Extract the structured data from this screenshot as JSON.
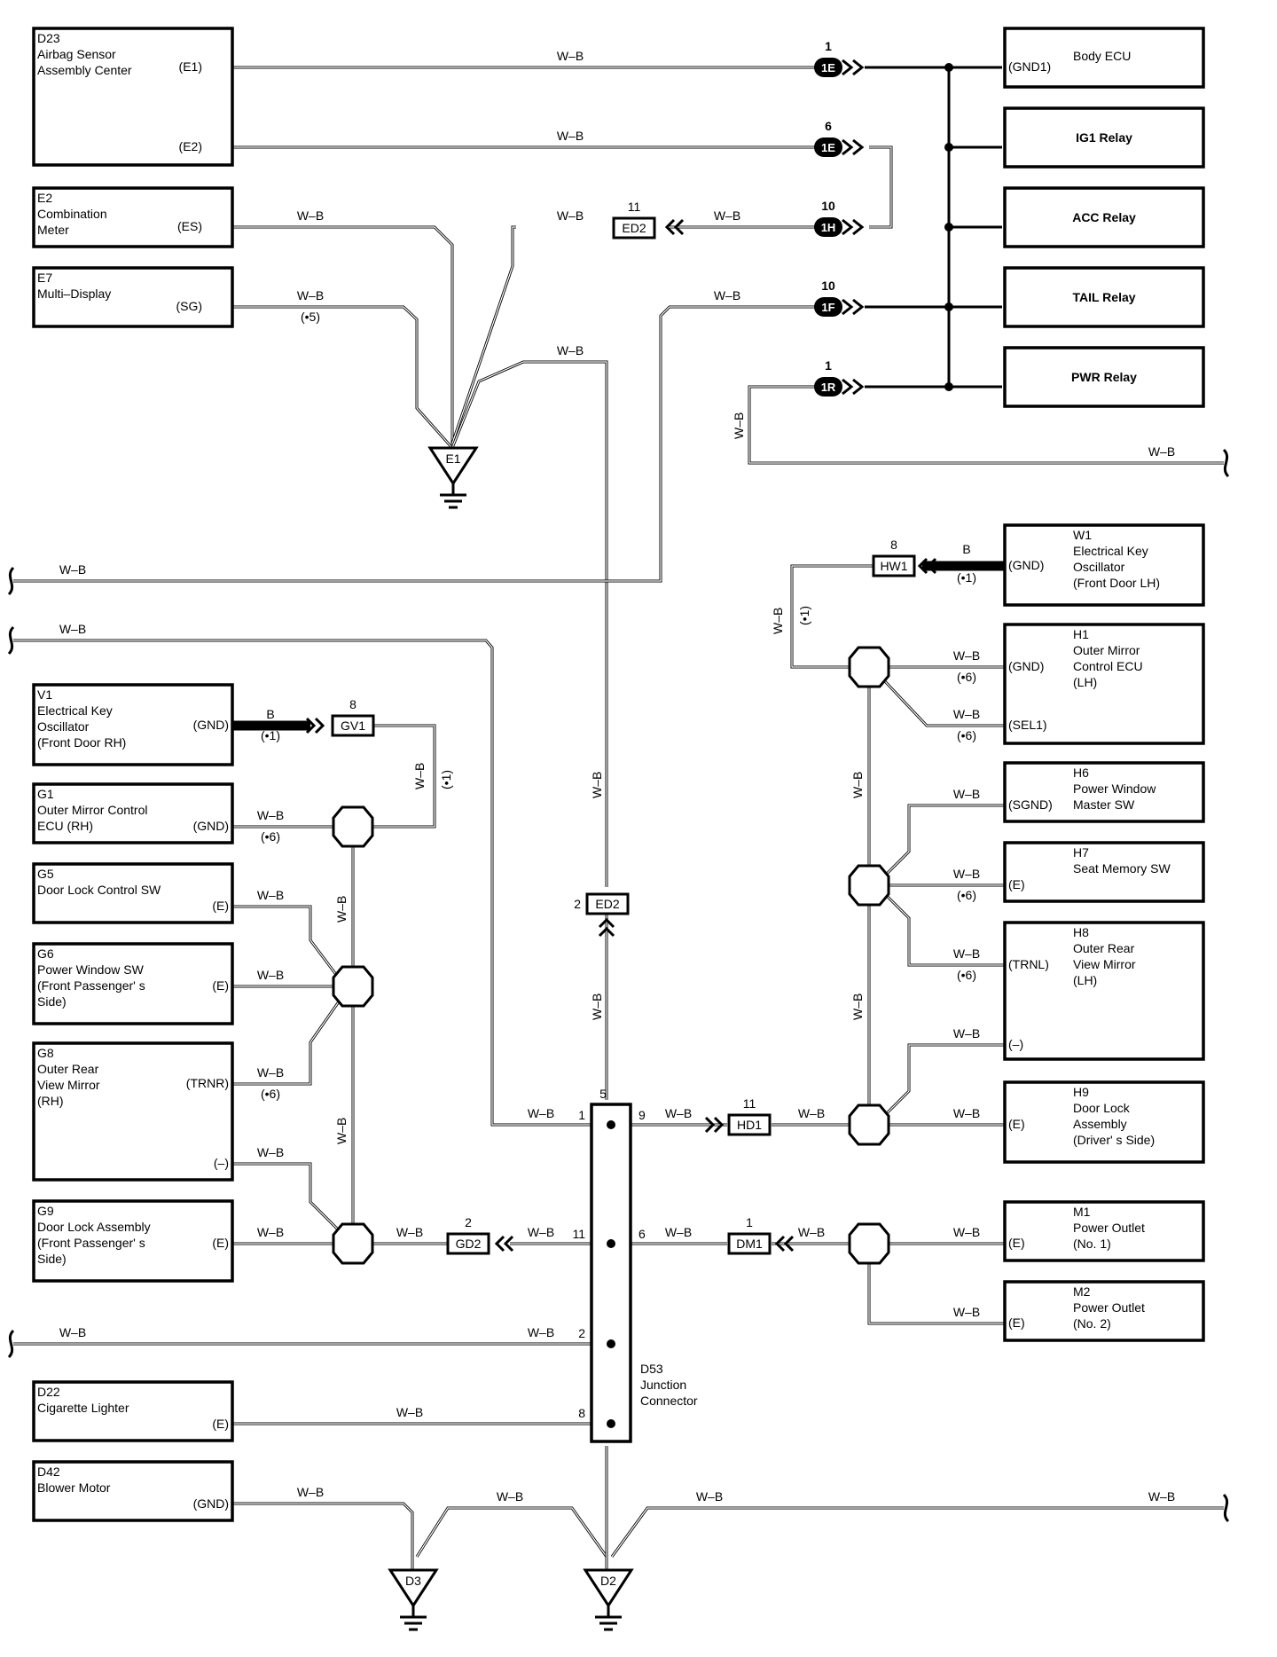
{
  "components": {
    "D23": {
      "id": "D23",
      "name1": "Airbag Sensor",
      "name2": "Assembly Center",
      "pin1": "(E1)",
      "pin2": "(E2)"
    },
    "E2": {
      "id": "E2",
      "name1": "Combination",
      "name2": "Meter",
      "pin": "(ES)"
    },
    "E7": {
      "id": "E7",
      "name1": "Multi–Display",
      "pin": "(SG)"
    },
    "BodyECU": {
      "pin": "(GND1)",
      "name": "Body ECU"
    },
    "IG1": {
      "name": "IG1 Relay"
    },
    "ACC": {
      "name": "ACC Relay"
    },
    "TAIL": {
      "name": "TAIL Relay"
    },
    "PWR": {
      "name": "PWR Relay"
    },
    "W1": {
      "id": "W1",
      "name1": "Electrical Key",
      "name2": "Oscillator",
      "name3": "(Front Door LH)",
      "pin": "(GND)"
    },
    "H1": {
      "id": "H1",
      "name1": "Outer Mirror",
      "name2": "Control ECU",
      "name3": "(LH)",
      "pin1": "(GND)",
      "pin2": "(SEL1)"
    },
    "H6": {
      "id": "H6",
      "name1": "Power Window",
      "name2": "Master SW",
      "pin": "(SGND)"
    },
    "H7": {
      "id": "H7",
      "name1": "Seat Memory SW",
      "pin": "(E)"
    },
    "H8": {
      "id": "H8",
      "name1": "Outer Rear",
      "name2": "View Mirror",
      "name3": "(LH)",
      "pin1": "(TRNL)",
      "pin2": "(–)"
    },
    "H9": {
      "id": "H9",
      "name1": "Door Lock",
      "name2": "Assembly",
      "name3": "(Driver' s Side)",
      "pin": "(E)"
    },
    "M1": {
      "id": "M1",
      "name1": "Power Outlet",
      "name2": "(No. 1)",
      "pin": "(E)"
    },
    "M2": {
      "id": "M2",
      "name1": "Power Outlet",
      "name2": "(No. 2)",
      "pin": "(E)"
    },
    "V1": {
      "id": "V1",
      "name1": "Electrical Key",
      "name2": "Oscillator",
      "name3": "(Front Door RH)",
      "pin": "(GND)"
    },
    "G1": {
      "id": "G1",
      "name1": "Outer Mirror Control",
      "name2": "ECU (RH)",
      "pin": "(GND)"
    },
    "G5": {
      "id": "G5",
      "name1": "Door Lock Control SW",
      "pin": "(E)"
    },
    "G6": {
      "id": "G6",
      "name1": "Power Window SW",
      "name2": "(Front Passenger' s",
      "name3": " Side)",
      "pin": "(E)"
    },
    "G8": {
      "id": "G8",
      "name1": "Outer Rear",
      "name2": "View Mirror",
      "name3": "(RH)",
      "pin1": "(TRNR)",
      "pin2": "(–)"
    },
    "G9": {
      "id": "G9",
      "name1": "Door Lock Assembly",
      "name2": "(Front Passenger' s",
      "name3": " Side)",
      "pin": "(E)"
    },
    "D22": {
      "id": "D22",
      "name1": "Cigarette Lighter",
      "pin": "(E)"
    },
    "D42": {
      "id": "D42",
      "name1": "Blower Motor",
      "pin": "(GND)"
    },
    "D53": {
      "name1": "D53",
      "name2": "Junction",
      "name3": "Connector"
    }
  },
  "connectors": {
    "c1E_a": {
      "label": "1E",
      "pin": "1"
    },
    "c1E_b": {
      "label": "1E",
      "pin": "6"
    },
    "c1H": {
      "label": "1H",
      "pin": "10"
    },
    "c1F": {
      "label": "1F",
      "pin": "10"
    },
    "c1R": {
      "label": "1R",
      "pin": "1"
    },
    "ED2_top": {
      "label": "ED2",
      "pin": "11"
    },
    "ED2_mid": {
      "label": "ED2",
      "pin": "2"
    },
    "HW1": {
      "label": "HW1",
      "pin": "8"
    },
    "GV1": {
      "label": "GV1",
      "pin": "8"
    },
    "HD1": {
      "label": "HD1",
      "pin": "11"
    },
    "GD2": {
      "label": "GD2",
      "pin": "2"
    },
    "DM1": {
      "label": "DM1",
      "pin": "1"
    }
  },
  "grounds": {
    "E1": "E1",
    "D3": "D3",
    "D2": "D2"
  },
  "wire": {
    "wb": "W–B",
    "b": "B"
  },
  "notes": {
    "n5": "(•5)",
    "n6": "(•6)",
    "n1": "(•1)"
  },
  "junction_pins": {
    "p1": "1",
    "p2": "2",
    "p5": "5",
    "p6": "6",
    "p8": "8",
    "p9": "9",
    "p11": "11"
  }
}
